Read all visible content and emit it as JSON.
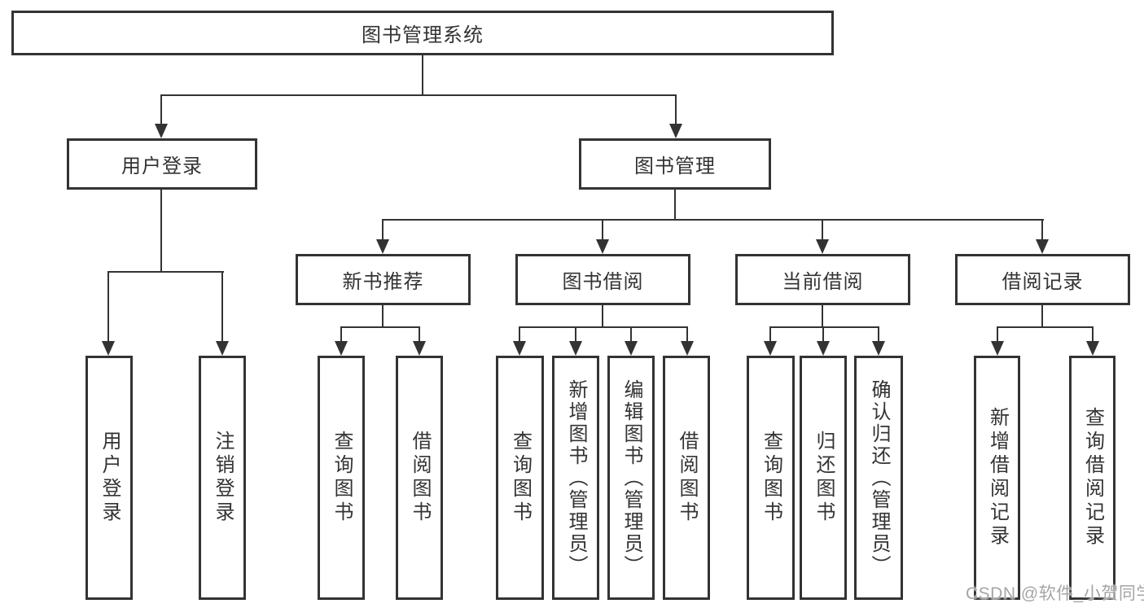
{
  "diagram_title": "图书管理系统",
  "nodes": {
    "root": "图书管理系统",
    "level2": {
      "user_login": "用户登录",
      "book_mgmt": "图书管理"
    },
    "level3": {
      "new_books": "新书推荐",
      "borrowing": "图书借阅",
      "current": "当前借阅",
      "records": "借阅记录"
    },
    "leaves": {
      "login": "用户登录",
      "logout": "注销登录",
      "nb_query": "查询图书",
      "nb_borrow": "借阅图书",
      "bb_query": "查询图书",
      "bb_add": "新增图书（管理员）",
      "bb_edit": "编辑图书（管理员）",
      "bb_borrow": "借阅图书",
      "cb_query": "查询图书",
      "cb_return": "归还图书",
      "cb_confirm": "确认归还（管理员）",
      "br_add": "新增借阅记录",
      "br_query": "查询借阅记录"
    }
  },
  "watermark": {
    "text": "CSDN @软件_小贺同学",
    "color": "#a5a5a5"
  },
  "colors": {
    "line": "#333333",
    "text": "#333333",
    "box_fill": "#ffffff",
    "background": "#ffffff"
  }
}
